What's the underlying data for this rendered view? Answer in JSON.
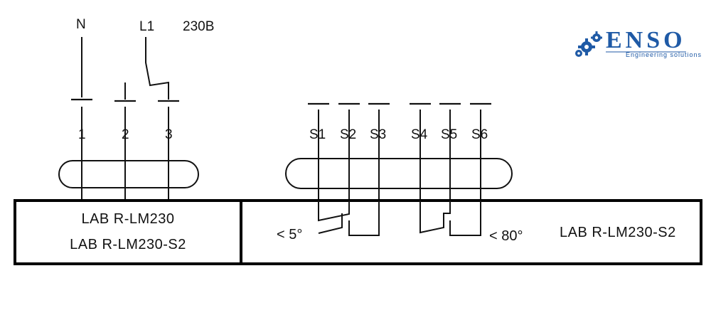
{
  "supply": {
    "neutral": "N",
    "line": "L1",
    "voltage": "230B"
  },
  "actuator_terminals": [
    "1",
    "2",
    "3"
  ],
  "switch_terminals": [
    "S1",
    "S2",
    "S3",
    "S4",
    "S5",
    "S6"
  ],
  "left_models": {
    "line1": "LAB R-LM230",
    "line2": "LAB R-LM230-S2"
  },
  "switch_module": {
    "switch1_label": "< 5°",
    "switch2_label": "< 80°",
    "model": "LAB R-LM230-S2"
  },
  "logo": {
    "name": "ENSO",
    "tagline": "Engineering solutions",
    "color": "#1f5aa6"
  }
}
